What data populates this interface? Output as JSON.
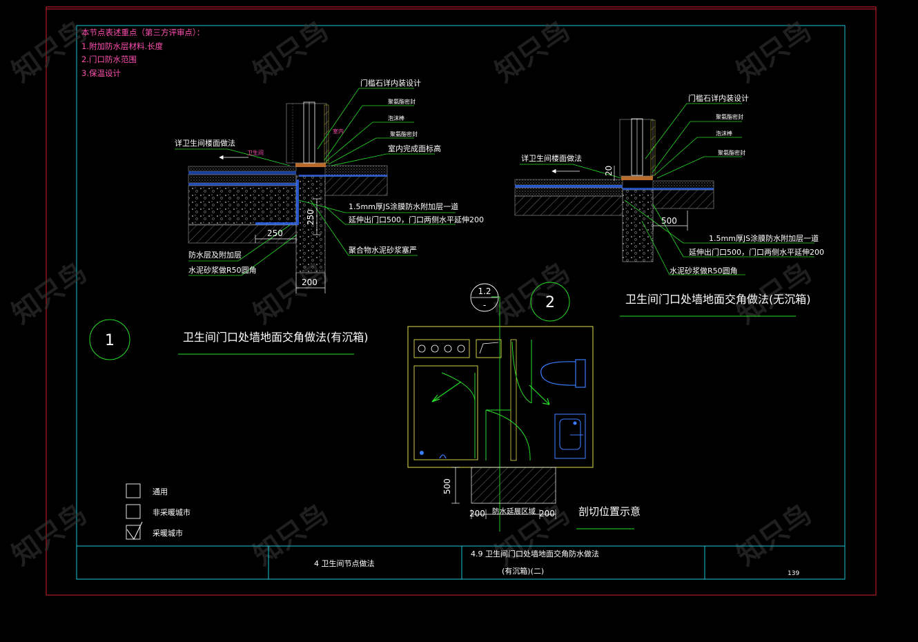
{
  "colors": {
    "background": "#000000",
    "outer_frame": "#d0202a",
    "inner_frame": "#19c7d4",
    "note_text": "#ff4fb0",
    "label_text": "#ffffff",
    "leader": "#27e027",
    "plan": "#e6e24a",
    "water": "#3b7cff",
    "concrete": "#8a8a8a",
    "brown": "#b86b2a"
  },
  "notes": {
    "title": "本节点表述重点（第三方评审点）：",
    "items": [
      "1.附加防水层材料.长度",
      "2.门口防水范围",
      "3.保温设计"
    ]
  },
  "detail1": {
    "labels": {
      "stone": "门槛石详内装设计",
      "glue1": "聚氨酯密封",
      "rod": "泡沫棒",
      "glue2": "聚氨酯密封",
      "indoor": "室内",
      "finish": "室内完成面标高",
      "bathroom_floor": "详卫生间楼面做法",
      "bathroom": "卫生间",
      "js_line1": "1.5mm厚JS涂膜防水附加层一道",
      "js_line2": "延伸出门口500，门口两侧水平延伸200",
      "polymer": "聚合物水泥砂浆塞严",
      "waterproof_extra": "防水层及附加层",
      "fillet": "水泥砂浆做R50圆角",
      "dim_250_h": "250",
      "dim_250_v": "250",
      "dim_200": "200"
    },
    "number": "1",
    "title": "卫生间门口处墙地面交角做法(有沉箱)"
  },
  "detail2": {
    "labels": {
      "stone": "门槛石详内装设计",
      "glue1": "聚氨酯密封",
      "rod": "泡沫棒",
      "glue2": "聚氨酯密封",
      "bathroom_floor": "详卫生间楼面做法",
      "dim_20": "20",
      "dim_500": "500",
      "js_line1": "1.5mm厚JS涂膜防水附加层一道",
      "js_line2": "延伸出门口500，门口两侧水平延伸200",
      "fillet": "水泥砂浆做R50圆角"
    },
    "number": "2",
    "title": "卫生间门口处墙地面交角做法(无沉箱)"
  },
  "plan": {
    "section_ref_top": "1.2",
    "section_ref_bottom": "-",
    "dim_500": "500",
    "dim_200_left": "200",
    "dim_200_right": "200",
    "zone": "防水延展区域",
    "caption": "剖切位置示意"
  },
  "legend": [
    {
      "label": "通用",
      "checked": false
    },
    {
      "label": "非采暖城市",
      "checked": false
    },
    {
      "label": "采暖城市",
      "checked": true
    }
  ],
  "title_block": {
    "chapter": "4  卫生间节点做法",
    "drawing_title_line1": "4.9  卫生间门口处墙地面交角防水做法",
    "drawing_title_line2": "(有沉箱)(二)",
    "page": "139"
  },
  "watermark": "知只鸟"
}
